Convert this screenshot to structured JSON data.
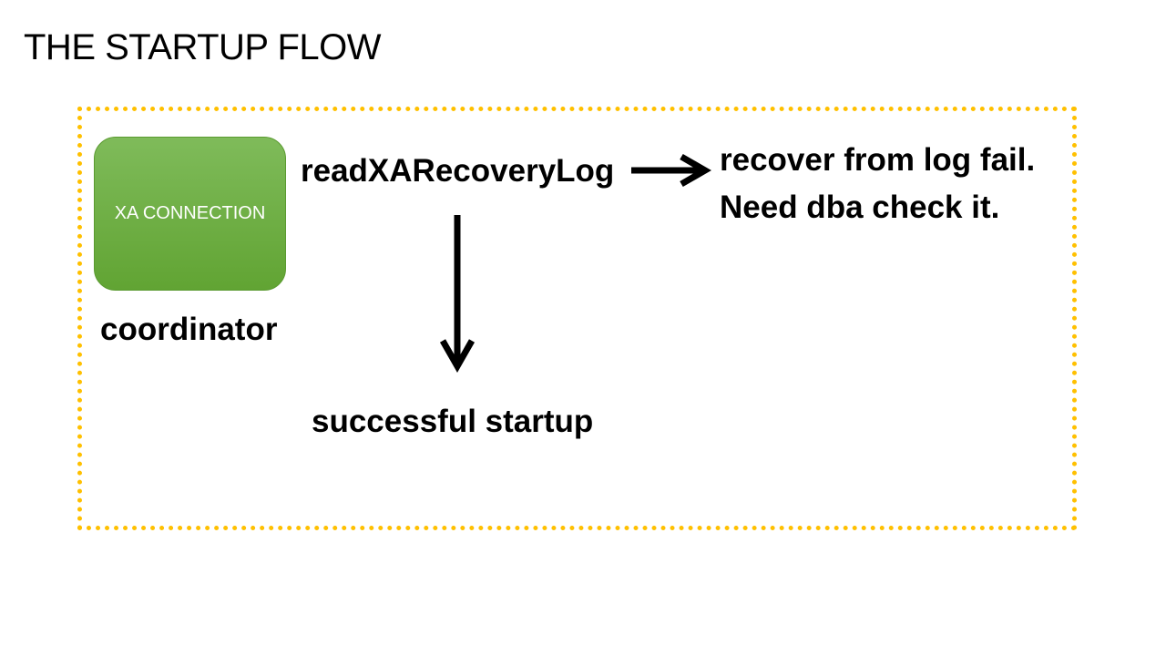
{
  "slide": {
    "title": "THE STARTUP FLOW"
  },
  "diagram": {
    "node": {
      "label": "XA CONNECTION",
      "color": "#70AD47"
    },
    "caption": "coordinator",
    "step": "readXARecoveryLog",
    "failure": {
      "line1": "recover from log fail.",
      "line2": "Need dba check it."
    },
    "success": "successful startup",
    "frame_color": "#FFC000"
  }
}
